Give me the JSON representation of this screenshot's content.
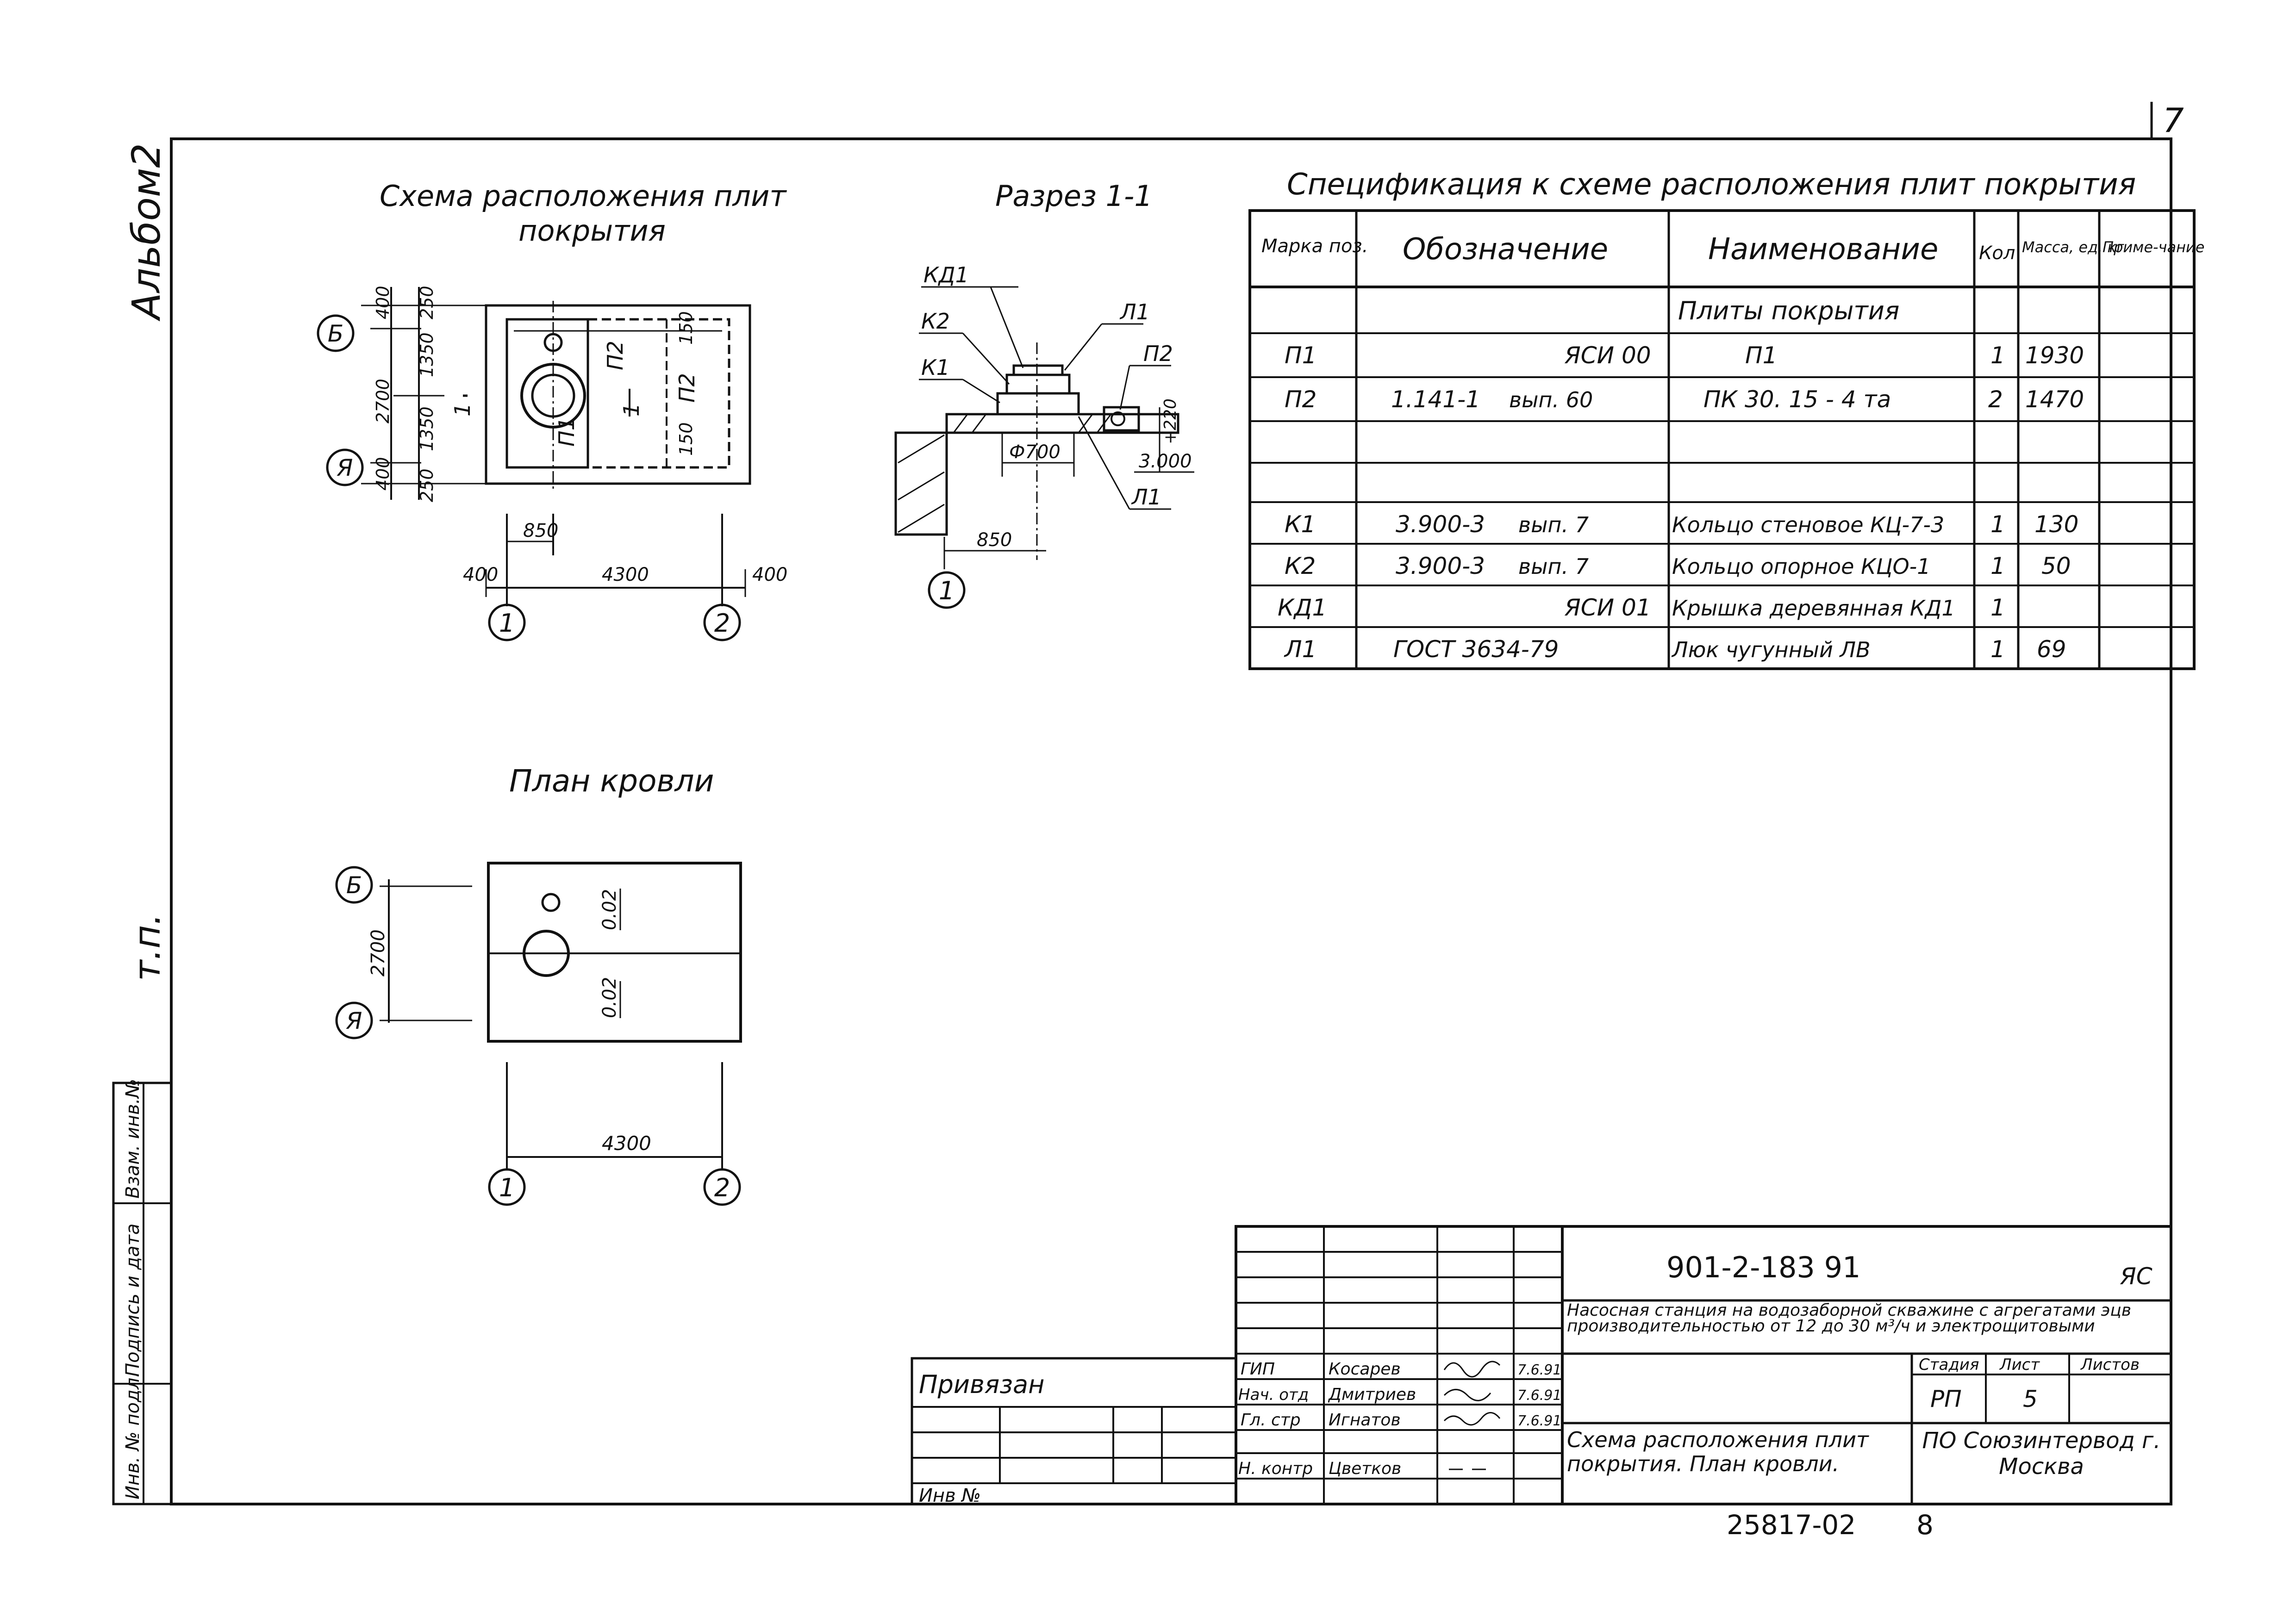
{
  "sheet_number": "7",
  "side_labels": {
    "album": "Альбом2",
    "tp": "т.п.",
    "vzam": "Взам. инв.№",
    "podpis": "Подпись и дата",
    "inv": "Инв. № подл."
  },
  "scheme": {
    "title_line1": "Схема расположения плит",
    "title_line2": "покрытия",
    "axis_B": "Б",
    "axis_A": "Я",
    "axis_1": "1",
    "axis_2": "2",
    "dim_400_top": "400",
    "dim_250_top": "250",
    "dim_2700": "2700",
    "dim_1350_a": "1350",
    "dim_1350_b": "1350",
    "dim_400_bot": "400",
    "dim_250_bot": "250",
    "dim_150_a": "150",
    "dim_150_b": "150",
    "label_p1": "П1",
    "label_p2_a": "П2",
    "label_p2_b": "П2",
    "cut_1_a": "1",
    "cut_1_b": "1",
    "dim_850": "850",
    "dim_400_left": "400",
    "dim_4300": "4300",
    "dim_400_right": "400"
  },
  "section": {
    "title": "Разрез 1-1",
    "kd1": "КД1",
    "k2": "К2",
    "k1": "К1",
    "l1_top": "Л1",
    "p2": "П2",
    "l1_bot": "Л1",
    "elev_220": "+220",
    "elev_3000": "3.000",
    "phi700": "Ф700",
    "dim_850": "850",
    "axis_1": "1"
  },
  "spec": {
    "title": "Спецификация к схеме расположения плит покрытия",
    "headers": {
      "marka": "Марка поз.",
      "oboz": "Обозначение",
      "naim": "Наименование",
      "kol": "Кол",
      "massa": "Масса, ед. кг",
      "prim": "Приме-чание"
    },
    "group_title": "Плиты покрытия",
    "rows": [
      {
        "marka": "П1",
        "oboz_a": "",
        "oboz_b": "ЯСИ 00",
        "naim": "П1",
        "kol": "1",
        "massa": "1930"
      },
      {
        "marka": "П2",
        "oboz_a": "1.141-1",
        "oboz_b": "вып. 60",
        "naim": "ПК 30. 15 - 4 та",
        "kol": "2",
        "massa": "1470"
      },
      {
        "marka": "",
        "oboz_a": "",
        "oboz_b": "",
        "naim": "",
        "kol": "",
        "massa": ""
      },
      {
        "marka": "",
        "oboz_a": "",
        "oboz_b": "",
        "naim": "",
        "kol": "",
        "massa": ""
      },
      {
        "marka": "К1",
        "oboz_a": "3.900-3",
        "oboz_b": "вып. 7",
        "naim": "Кольцо стеновое КЦ-7-3",
        "kol": "1",
        "massa": "130"
      },
      {
        "marka": "К2",
        "oboz_a": "3.900-3",
        "oboz_b": "вып. 7",
        "naim": "Кольцо опорное КЦО-1",
        "kol": "1",
        "massa": "50"
      },
      {
        "marka": "КД1",
        "oboz_a": "",
        "oboz_b": "ЯСИ 01",
        "naim": "Крышка деревянная КД1",
        "kol": "1",
        "massa": ""
      },
      {
        "marka": "Л1",
        "oboz_a": "ГОСТ 3634-79",
        "oboz_b": "",
        "naim": "Люк чугунный ЛВ",
        "kol": "1",
        "massa": "69"
      }
    ]
  },
  "roof": {
    "title": "План кровли",
    "axis_B": "Б",
    "axis_A": "Я",
    "axis_1": "1",
    "axis_2": "2",
    "dim_2700": "2700",
    "dim_4300": "4300",
    "slope_a": "0.02",
    "slope_b": "0.02"
  },
  "titleblock": {
    "privyazan": "Привязан",
    "inv_no": "Инв №",
    "doc_code": "901-2-183 91",
    "doc_suffix": "ЯС",
    "project_title": "Насосная станция на водозаборной скважине с агрегатами эцв производительностью от 12 до 30 м³/ч и электрощитовыми",
    "roles": [
      {
        "role": "ГИП",
        "name": "Косарев",
        "date": "7.6.91"
      },
      {
        "role": "Нач. отд",
        "name": "Дмитриев",
        "date": "7.6.91"
      },
      {
        "role": "Гл. стр",
        "name": "Игнатов",
        "date": "7.6.91"
      },
      {
        "role": "",
        "name": "",
        "date": ""
      },
      {
        "role": "Н. контр",
        "name": "Цветков",
        "date": ""
      }
    ],
    "stadiya_label": "Стадия",
    "list_label": "Лист",
    "listov_label": "Листов",
    "stadiya": "РП",
    "list": "5",
    "listov": "",
    "sheet_title": "Схема расположения плит покрытия. План кровли.",
    "org": "ПО Союзинтервод г. Москва",
    "bottom_code": "25817-02",
    "bottom_num": "8"
  }
}
